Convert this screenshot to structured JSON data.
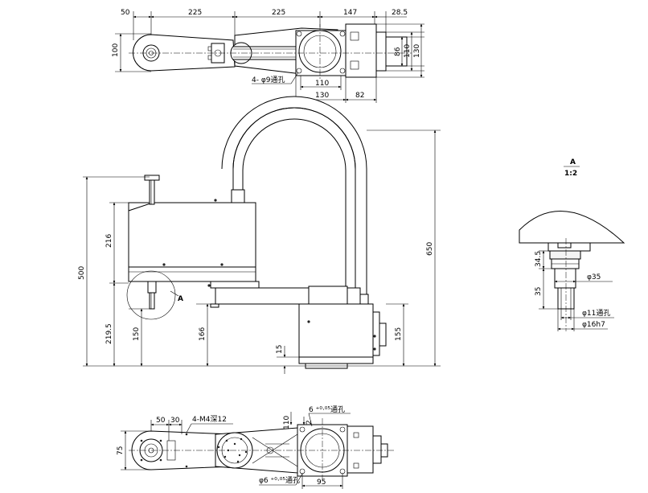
{
  "top_view": {
    "dims": {
      "d50": "50",
      "d225a": "225",
      "d225b": "225",
      "d147": "147",
      "d28_5": "28.5",
      "d100": "100",
      "d86": "86",
      "d110v": "110",
      "d130v": "130",
      "d110h": "110",
      "d130h": "130",
      "d82": "82"
    },
    "hole_note": "4- φ9通孔"
  },
  "side_view": {
    "dims": {
      "d216": "216",
      "d500": "500",
      "d219_5": "219.5",
      "d150": "150",
      "d166": "166",
      "d15": "15",
      "d155": "155",
      "d650": "650"
    },
    "section_label": "A"
  },
  "detail_view": {
    "title": "A",
    "scale": "1:2",
    "dims": {
      "d34_5": "34.5",
      "d35v": "35",
      "phi35": "φ35",
      "phi11": "φ11通孔",
      "phi16": "φ16h7"
    }
  },
  "bottom_view": {
    "dims": {
      "d50": "50",
      "d30": "30",
      "d75": "75",
      "d110": "110",
      "d2": "2",
      "d95": "95"
    },
    "tap_note": "4-M4深12",
    "hole_top": "6  ⁺⁰·⁰⁵通孔",
    "hole_bottom": "φ6  ⁺⁰·⁰⁵通孔"
  }
}
